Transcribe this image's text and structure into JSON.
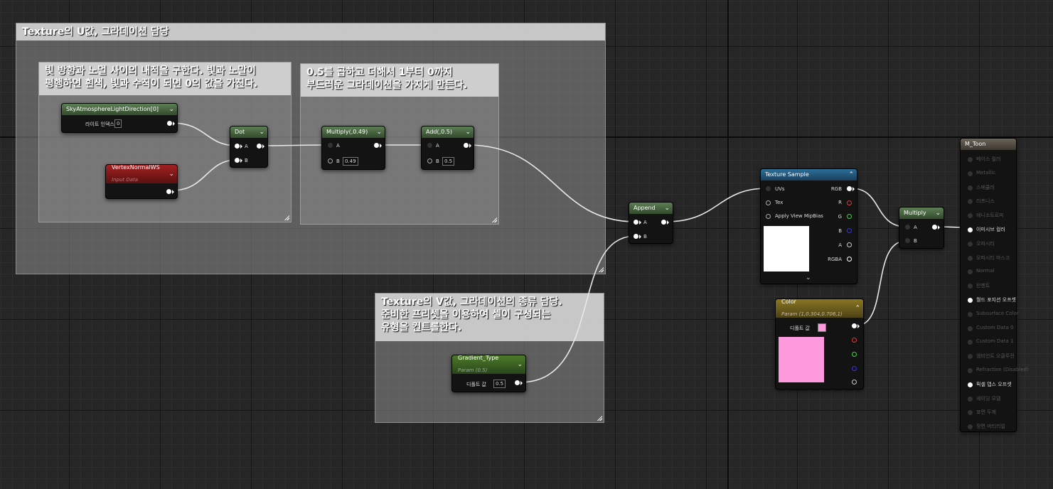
{
  "comments": {
    "u_group": {
      "title": "Texture의 U값, 그라데이션 담당"
    },
    "dot_note": {
      "title": "빛 방향과 노멀 사이의 내적을 구한다. 빛과 노말이\n평행하면 흰색, 빛과 수직이 되면 0의 값을 가진다."
    },
    "remap_note": {
      "title": "0.5를 곱하고 더해서 1부터 0까지\n부드러운 그라데이션을 가지게 만든다."
    },
    "v_group": {
      "title": "Texture의 V값, 그라데이션의 종류 담당.\n준비한 프리셋을 이용하여 셀이 구성되는\n유형을 컨트롤한다."
    }
  },
  "nodes": {
    "sky": {
      "title": "SkyAtmosphereLightDirection[0]",
      "param_label": "라이트 인덱스",
      "param_value": "0"
    },
    "vnormal": {
      "title": "VertexNormalWS",
      "subtitle": "Input Data"
    },
    "dot": {
      "title": "Dot",
      "pin_a": "A",
      "pin_b": "B"
    },
    "mult1": {
      "title": "Multiply(,0.49)",
      "pin_a": "A",
      "pin_b": "B",
      "b_value": "0.49"
    },
    "add": {
      "title": "Add(,0.5)",
      "pin_a": "A",
      "pin_b": "B",
      "b_value": "0.5"
    },
    "append": {
      "title": "Append",
      "pin_a": "A",
      "pin_b": "B"
    },
    "gradient": {
      "title": "Gradient_Type",
      "subtitle": "Param (0.5)",
      "param_label": "디폴트 값",
      "param_value": "0.5"
    },
    "texsample": {
      "title": "Texture Sample",
      "in_uvs": "UVs",
      "in_tex": "Tex",
      "in_mip": "Apply View MipBias",
      "out_rgb": "RGB",
      "out_r": "R",
      "out_g": "G",
      "out_b": "B",
      "out_a": "A",
      "out_rgba": "RGBA"
    },
    "color": {
      "title": "Color",
      "subtitle": "Param (1,0.304,0.706,1)",
      "param_label": "디폴트 값",
      "swatch_color": "#ff99dd"
    },
    "mult2": {
      "title": "Multiply",
      "pin_a": "A",
      "pin_b": "B"
    }
  },
  "material": {
    "title": "M_Toon",
    "inputs": [
      {
        "label": "베이스 컬러",
        "active": false
      },
      {
        "label": "Metallic",
        "active": false
      },
      {
        "label": "스페큘러",
        "active": false
      },
      {
        "label": "러프니스",
        "active": false
      },
      {
        "label": "애니소트로피",
        "active": false
      },
      {
        "label": "이미시브 컬러",
        "active": true
      },
      {
        "label": "오파시티",
        "active": false
      },
      {
        "label": "오파시티 마스크",
        "active": false
      },
      {
        "label": "Normal",
        "active": false
      },
      {
        "label": "탄젠트",
        "active": false
      },
      {
        "label": "월드 포지션 오프셋",
        "active": true
      },
      {
        "label": "Subsurface Color",
        "active": false
      },
      {
        "label": "Custom Data 0",
        "active": false
      },
      {
        "label": "Custom Data 1",
        "active": false
      },
      {
        "label": "앰비언트 오클루전",
        "active": false
      },
      {
        "label": "Refraction (Disabled)",
        "active": false
      },
      {
        "label": "픽셀 뎁스 오프셋",
        "active": true
      },
      {
        "label": "셰이딩 모델",
        "active": false
      },
      {
        "label": "표면 두께",
        "active": false
      },
      {
        "label": "정면 머티리얼",
        "active": false
      }
    ]
  }
}
